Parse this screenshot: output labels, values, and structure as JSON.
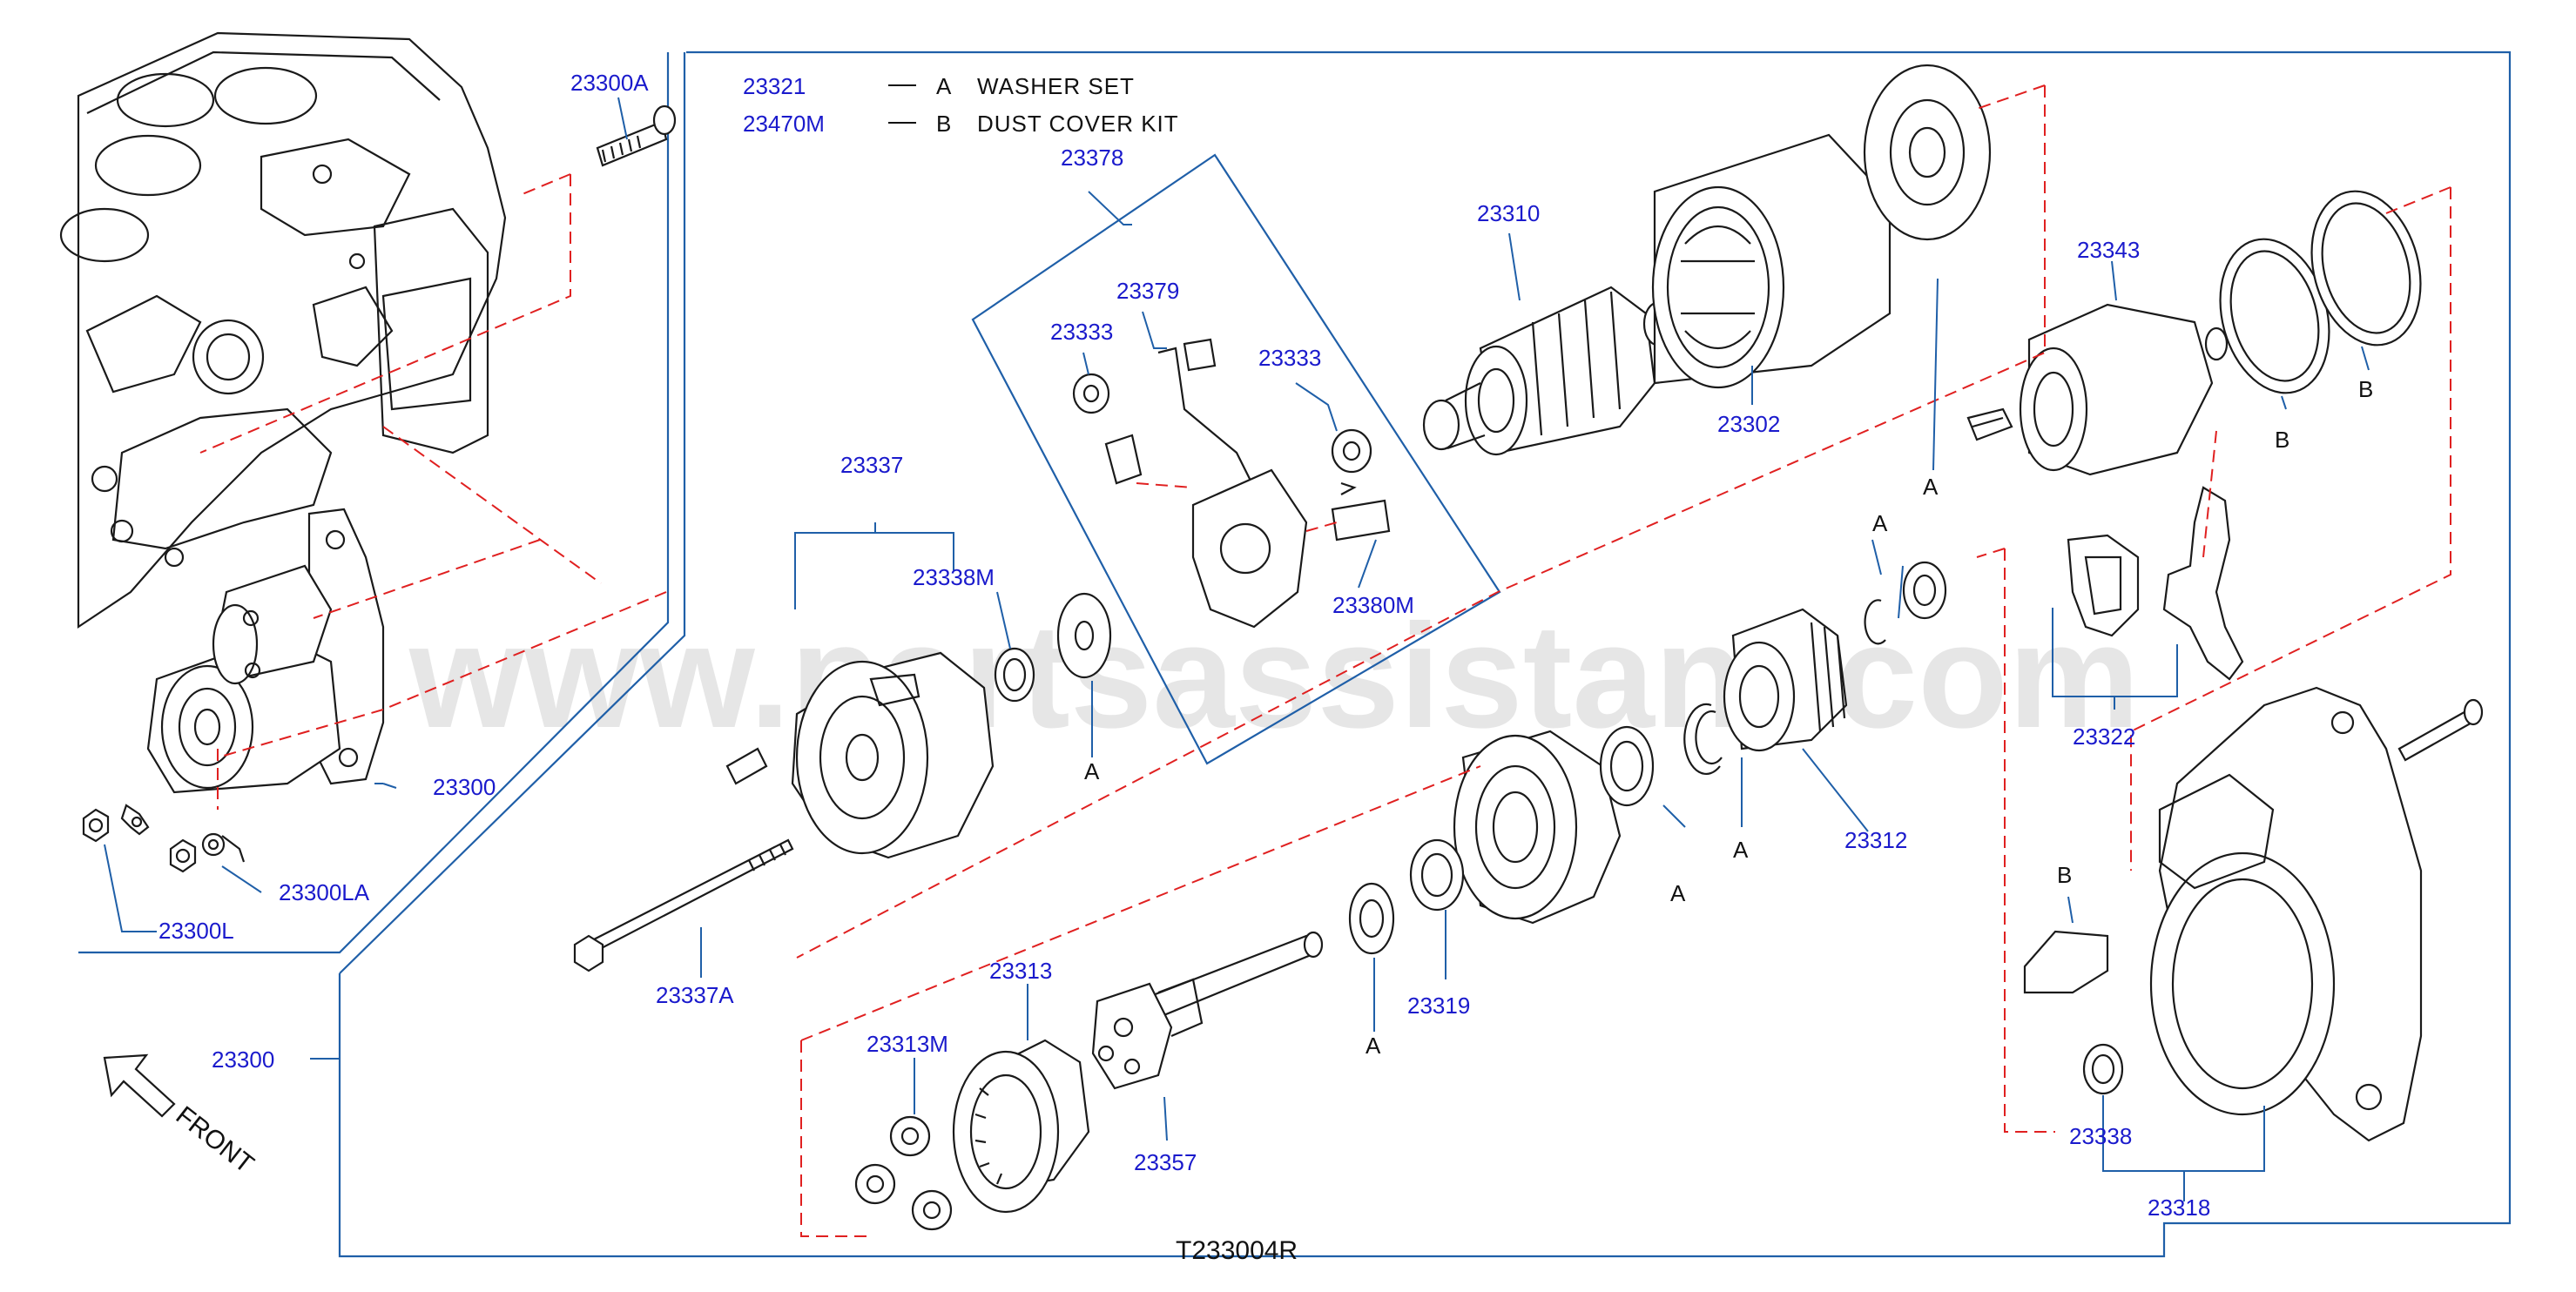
{
  "legend": {
    "row_a_part": "23321",
    "row_a_letter": "A",
    "row_a_desc": "WASHER SET",
    "row_b_part": "23470M",
    "row_b_letter": "B",
    "row_b_desc": "DUST COVER KIT"
  },
  "part_labels": {
    "p23300A": "23300A",
    "p23300": "23300",
    "p23300L": "23300L",
    "p23300LA": "23300LA",
    "p23300_frame": "23300",
    "p23378": "23378",
    "p23379": "23379",
    "p23333_a": "23333",
    "p23333_b": "23333",
    "p23380M": "23380M",
    "p23310": "23310",
    "p23302": "23302",
    "p23343": "23343",
    "p23337": "23337",
    "p23338M": "23338M",
    "p23337A": "23337A",
    "p23312": "23312",
    "p23322": "23322",
    "p23313": "23313",
    "p23313M": "23313M",
    "p23357": "23357",
    "p23319": "23319",
    "p23338": "23338",
    "p23318": "23318"
  },
  "kit_markers": {
    "a1": "A",
    "a2": "A",
    "a3": "A",
    "a4": "A",
    "a5": "A",
    "a6": "A",
    "a7": "A",
    "b1": "B",
    "b2": "B",
    "b3": "B"
  },
  "front_label": "FRONT",
  "diagram_code": "T233004R",
  "watermark": "www.partsassistant.com",
  "colors": {
    "label_blue": "#1a1acc",
    "leader_blue": "#1f5fa8",
    "guide_red": "#e02020",
    "line_black": "#1a1a1a"
  }
}
